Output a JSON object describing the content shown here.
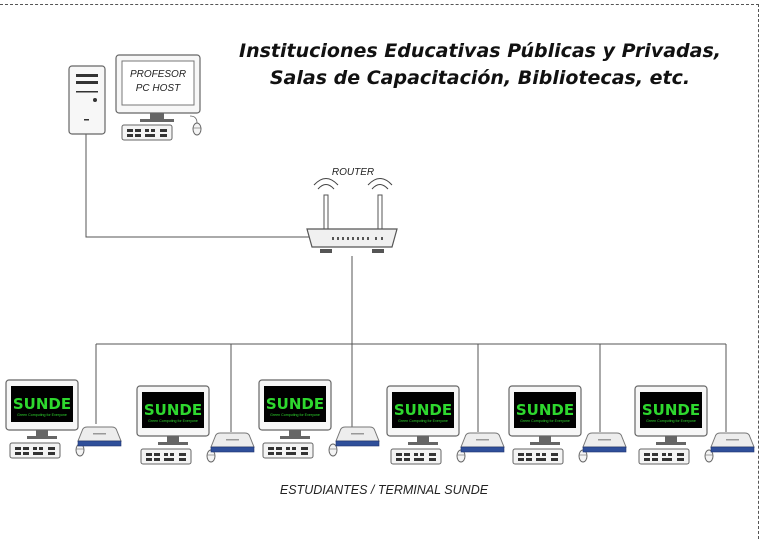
{
  "title": {
    "line1": "Instituciones Educativas Públicas y Privadas,",
    "line2": "Salas de Capacitación, Bibliotecas, etc."
  },
  "host": {
    "screen_line1": "PROFESOR",
    "screen_line2": "PC HOST"
  },
  "router": {
    "label": "ROUTER"
  },
  "terminal": {
    "brand": "SUNDE",
    "tagline": "Green Computing for Everyone",
    "brand_color": "#2ed82e",
    "count": 6
  },
  "footer": {
    "label": "ESTUDIANTES / TERMINAL SUNDE"
  },
  "colors": {
    "device_blue": "#2f4f9a",
    "line": "#555555"
  }
}
